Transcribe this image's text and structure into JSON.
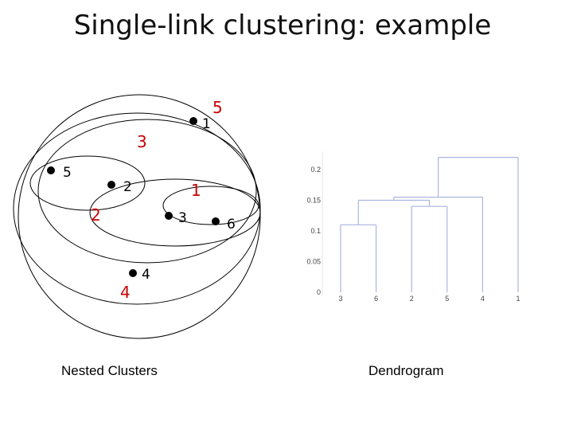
{
  "slide": {
    "title": "Single-link clustering: example",
    "left_caption": "Nested Clusters",
    "right_caption": "Dendrogram"
  },
  "nested_clusters": {
    "points": [
      "1",
      "2",
      "3",
      "4",
      "5",
      "6"
    ],
    "merge_labels": [
      "1",
      "2",
      "3",
      "4",
      "5"
    ],
    "colors": {
      "point": "#000000",
      "merge_label": "#cc0000",
      "ellipse": "#000000"
    }
  },
  "chart_data": {
    "type": "dendrogram",
    "leaves": [
      "3",
      "6",
      "2",
      "5",
      "4",
      "1"
    ],
    "yticks": [
      "0",
      "0.05",
      "0.1",
      "0.15",
      "0.2"
    ],
    "ylim": [
      0,
      0.22
    ],
    "merges": [
      {
        "a": "3",
        "b": "6",
        "height": 0.11
      },
      {
        "a": "2",
        "b": "5",
        "height": 0.14
      },
      {
        "a": "{2,5}",
        "b": "{3,6}",
        "height": 0.15
      },
      {
        "a": "{2,3,5,6}",
        "b": "4",
        "height": 0.155
      },
      {
        "a": "{2,3,4,5,6}",
        "b": "1",
        "height": 0.22
      }
    ],
    "line_color": "#aab4e0"
  }
}
